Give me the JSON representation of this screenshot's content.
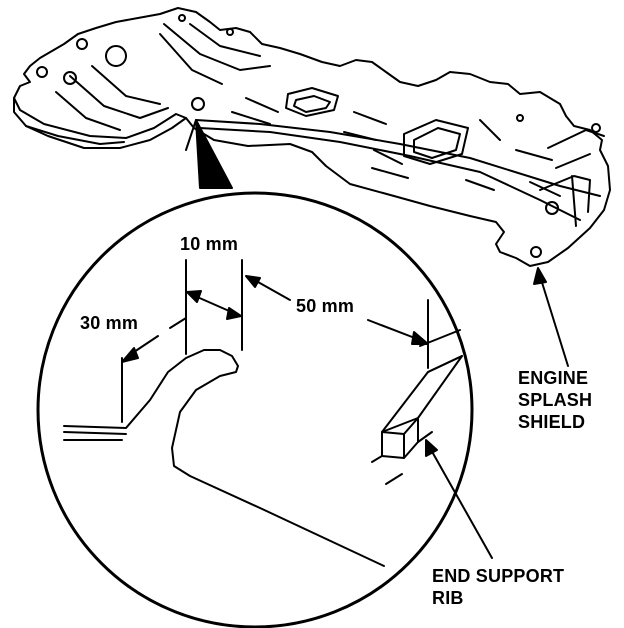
{
  "labels": {
    "dim_10": "10 mm",
    "dim_30": "30 mm",
    "dim_50": "50 mm",
    "shield_line1": "ENGINE",
    "shield_line2": "SPLASH",
    "shield_line3": "SHIELD",
    "rib_line1": "END SUPPORT",
    "rib_line2": "RIB"
  },
  "colors": {
    "ink": "#000000",
    "paper": "#ffffff"
  }
}
